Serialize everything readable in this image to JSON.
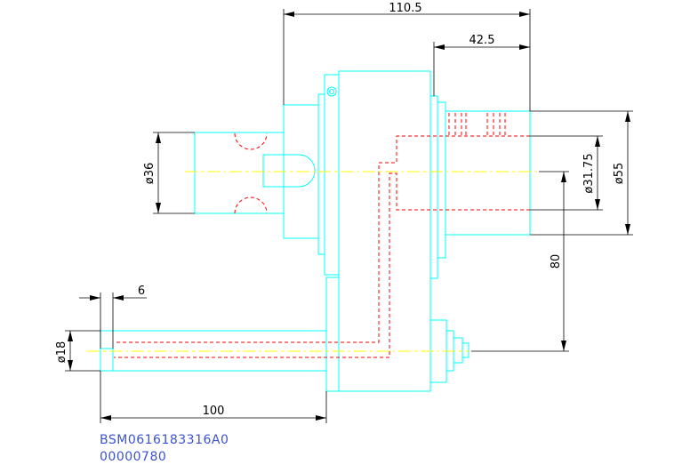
{
  "drawing": {
    "dimensions": {
      "overall_length": "110.5",
      "shank_length": "42.5",
      "body_diameter": "ø36",
      "shank_diameter_outer": "ø55",
      "shank_diameter_inner": "ø31.75",
      "center_offset": "80",
      "tool_diameter": "ø18",
      "tool_step": "6",
      "tool_length": "100"
    },
    "part_code": "BSM0616183316A0",
    "part_number": "00000780"
  },
  "colors": {
    "outline": "#00ffff",
    "hidden_line": "#ff0000",
    "center_line": "#ffff00",
    "dimension": "#000000",
    "code_text": "#3b52d6"
  }
}
